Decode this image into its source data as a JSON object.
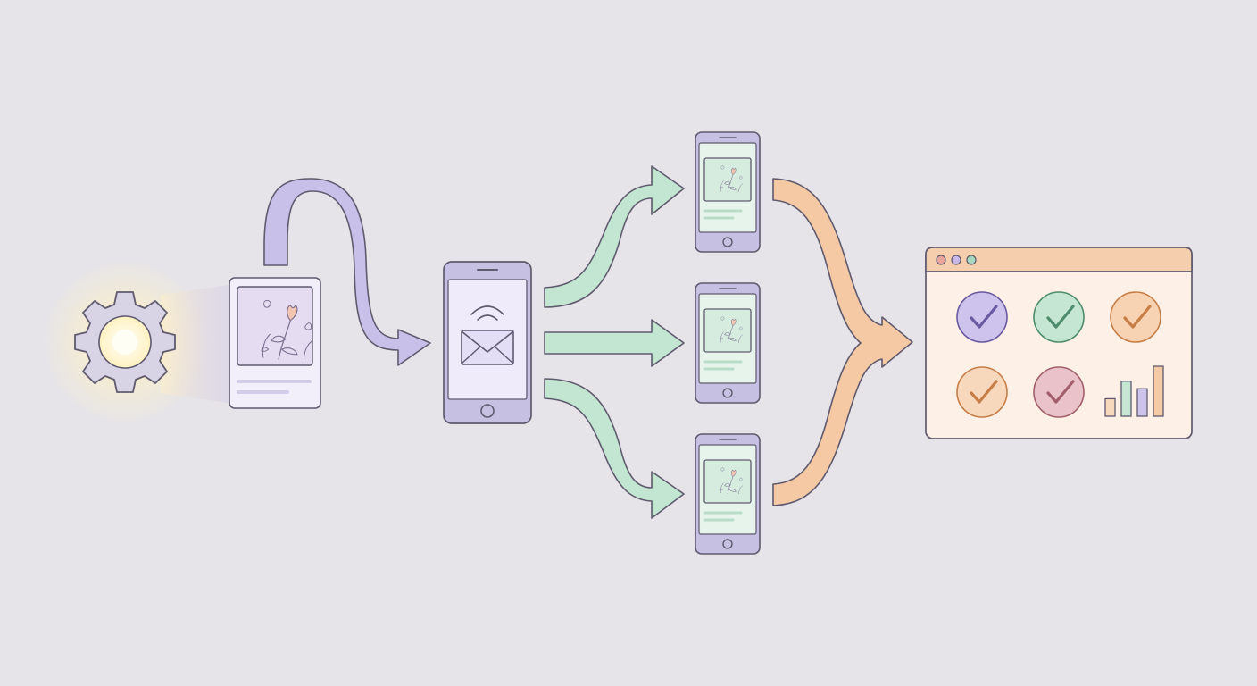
{
  "diagram": {
    "background": "#e6e4e8",
    "stroke": "#5f5a6e",
    "colors": {
      "purple_arrow": "#c9c0ea",
      "green_arrow": "#c3e6d2",
      "orange_arrow": "#f4c9a4",
      "phone_bezel_main": "#c6c0e2",
      "phone_screen_main": "#efebfb",
      "phone_bezel_recipient": "#c6c0e2",
      "phone_screen_recipient": "#e6f4ec",
      "dashboard_titlebar": "#f5cfad",
      "dashboard_body": "#fdf0e6",
      "glow": "#fff4c8"
    },
    "nodes": [
      {
        "name": "settings-gear",
        "icon": "gear-icon"
      },
      {
        "name": "content-card",
        "icon": "tulip-illustration"
      },
      {
        "name": "sending-phone",
        "icon": "envelope-wireless-icon"
      },
      {
        "name": "recipient-phones",
        "count": 3,
        "icon": "tulip-illustration"
      },
      {
        "name": "results-dashboard",
        "icon": "check-circles-and-bar-chart"
      }
    ],
    "dashboard": {
      "window_dots": [
        "#e8a49a",
        "#c8b8e8",
        "#a8d8c0"
      ],
      "check_circles": [
        {
          "fill": "#cdc3ec",
          "stroke": "#6a5aa0"
        },
        {
          "fill": "#c6e6d4",
          "stroke": "#4f8c6c"
        },
        {
          "fill": "#f7d3b3",
          "stroke": "#c77d46"
        },
        {
          "fill": "#f7d8bd",
          "stroke": "#c77d46"
        },
        {
          "fill": "#e9c3c9",
          "stroke": "#a25f6b"
        }
      ],
      "bar_levels": [
        0.35,
        0.7,
        0.55,
        1.0
      ],
      "bar_colors": [
        "#f7d8bd",
        "#c6e6d4",
        "#cdc3ec",
        "#f4c9a4"
      ]
    }
  }
}
